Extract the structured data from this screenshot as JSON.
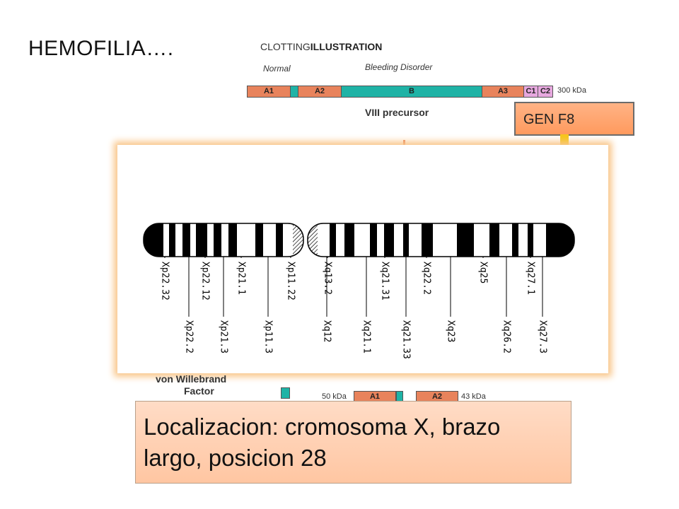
{
  "slide": {
    "title": "HEMOFILIA…."
  },
  "clotting": {
    "heading_light": "CLOTTING",
    "heading_bold": "ILLUSTRATION",
    "normal_label": "Normal",
    "bleeding_label": "Bleeding Disorder",
    "domains": [
      "A1",
      "A2",
      "B",
      "A3",
      "C1",
      "C2"
    ],
    "size_label": "300 kDa",
    "precursor_label": "VIII precursor"
  },
  "gene": {
    "label": "GEN F8"
  },
  "chromosome": {
    "bands_top": [
      "Xp22.32",
      "Xp22.12",
      "Xp21.1",
      "Xp11.22",
      "Xq13.2",
      "Xq21.31",
      "Xq22.2",
      "Xq25",
      "Xq27.1"
    ],
    "bands_bottom": [
      "Xp22.2",
      "Xp21.3",
      "Xp11.3",
      "Xq12",
      "Xq21.1",
      "Xq21.33",
      "Xq23",
      "Xq26.2",
      "Xq27.3"
    ],
    "arrow_color": "#f5c518"
  },
  "vwf": {
    "label_line1": "von Willebrand",
    "label_line2": "Factor",
    "size1": "50 kDa",
    "domain1": "A1",
    "domain2": "A2",
    "size2": "43 kDa"
  },
  "location": {
    "text": "Localizacion: cromosoma X, brazo largo, posicion 28"
  }
}
